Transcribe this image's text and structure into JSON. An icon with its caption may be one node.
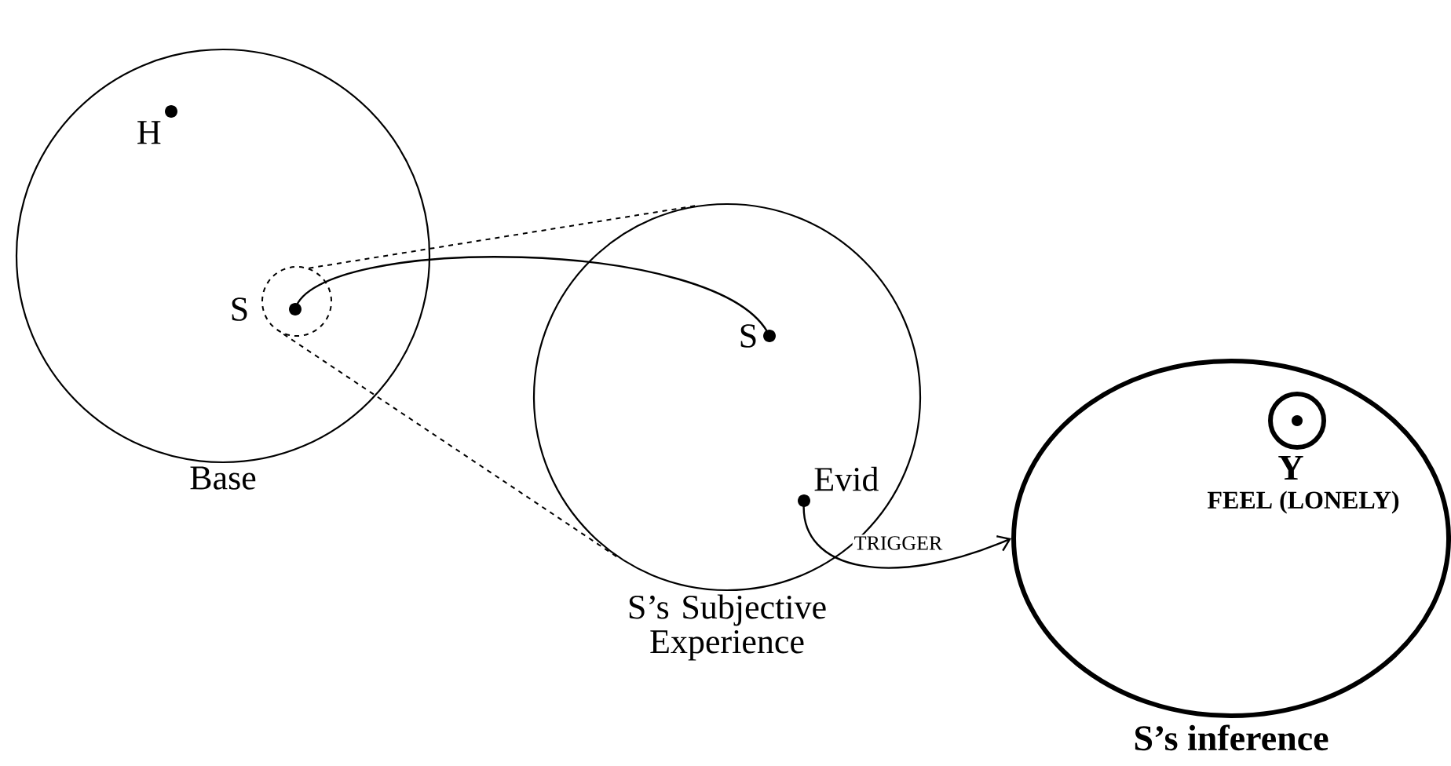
{
  "diagram": {
    "nodes": [
      {
        "text": [
          "Base"
        ]
      },
      {
        "text": [
          "H"
        ],
        "in": 0
      },
      {
        "text": [],
        "shape": "circle",
        "in": 0
      },
      {
        "text": [
          "S"
        ],
        "in": 2
      },
      {
        "text": [
          "S’s Subjective Experience"
        ]
      },
      {
        "text": [
          "S"
        ],
        "in": 4
      },
      {
        "text": [
          "Evid"
        ],
        "in": 4
      },
      {
        "text": [
          "Y",
          "FEEL (LONELY)",
          "S’s inference"
        ]
      },
      {
        "text": [],
        "shape": "circle",
        "in": 7
      }
    ],
    "edges": [
      {
        "from": 3,
        "to": 5,
        "arrow": "none"
      },
      {
        "from": 2,
        "to": 4,
        "arrow": "none",
        "style": "dashed"
      },
      {
        "from": 2,
        "to": 4,
        "arrow": "none",
        "style": "dashed"
      },
      {
        "from": 6,
        "to": 7,
        "arrow": "to",
        "label": "TRIGGER"
      }
    ]
  }
}
